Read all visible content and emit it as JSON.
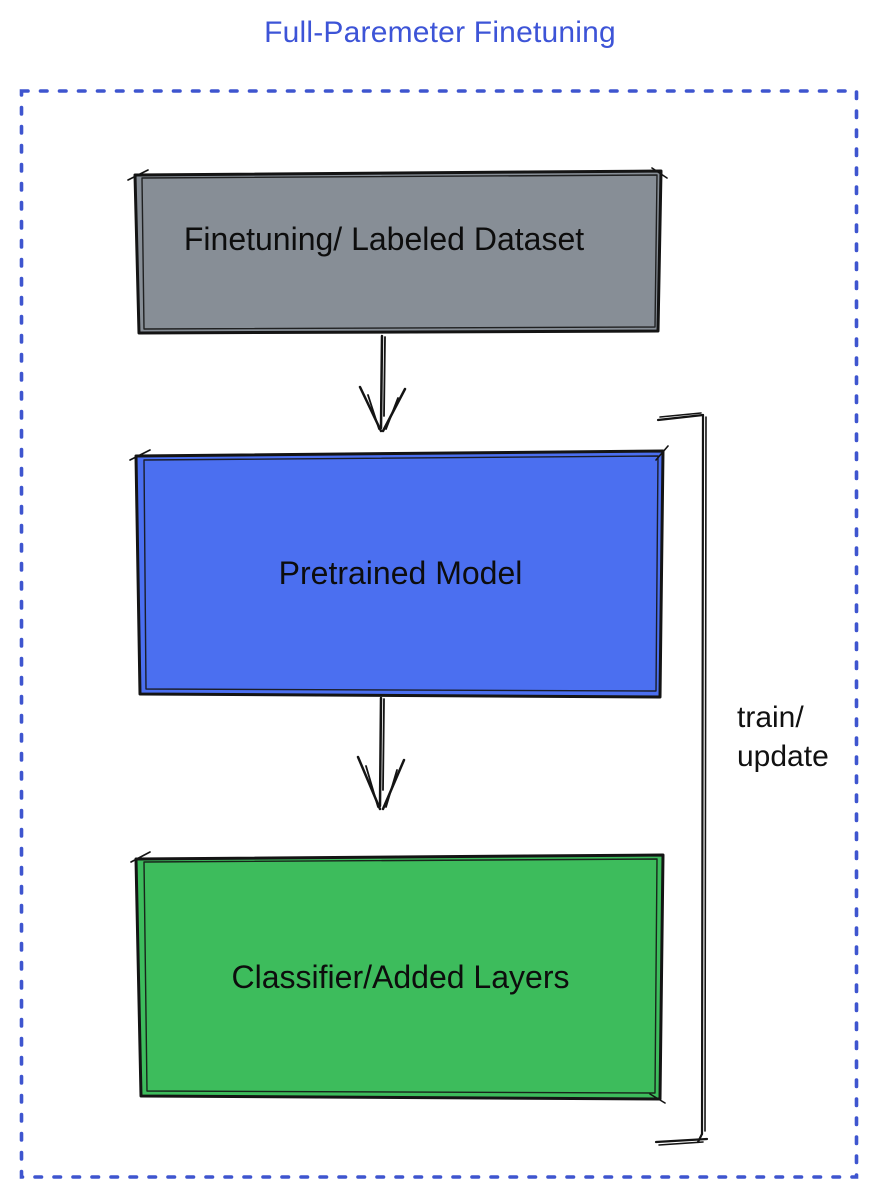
{
  "title": {
    "text": "Full-Paremeter Finetuning",
    "color": "#3D54D7"
  },
  "frame": {
    "border_color": "#3E55CF",
    "style": "dotted"
  },
  "boxes": [
    {
      "id": "finetuning-dataset",
      "label": "Finetuning/ Labeled Dataset",
      "fill": "#878E96"
    },
    {
      "id": "pretrained-model",
      "label": "Pretrained Model",
      "fill": "#4B6FF0"
    },
    {
      "id": "classifier-added-layers",
      "label": "Classifier/Added Layers",
      "fill": "#3DBC5C"
    }
  ],
  "annotations": {
    "bracket_label_line1": "train/",
    "bracket_label_line2": "update"
  },
  "icons": {
    "arrow_down_1": "hand-drawn-down-arrow",
    "arrow_down_2": "hand-drawn-down-arrow",
    "bracket": "train-update-side-bracket"
  },
  "ink_color": "#141414"
}
